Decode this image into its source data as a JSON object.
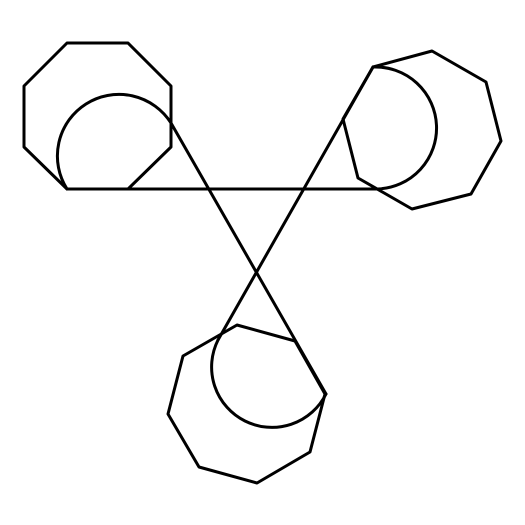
{
  "diagram": {
    "stroke_color": "#000000",
    "background": "#ffffff",
    "components": {
      "top_left_octagon": "octagon",
      "top_right_octagon": "octagon",
      "bottom_octagon": "octagon",
      "top_left_arc": "arc",
      "top_right_arc": "arc",
      "bottom_arc": "arc",
      "crossing_lines": "line"
    }
  }
}
